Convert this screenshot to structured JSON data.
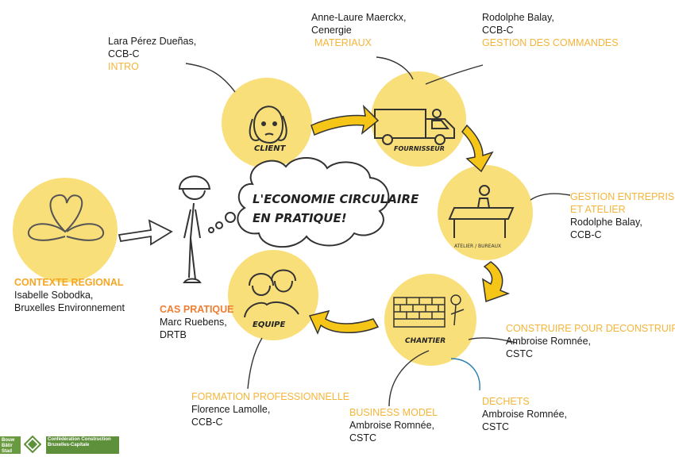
{
  "center_text": {
    "line1": "L'ECONOMIE CIRCULAIRE",
    "line2": "EN PRATIQUE!"
  },
  "nodes": {
    "client": "CLIENT",
    "fournisseur": "FOURNISSEUR",
    "atelier": "ATELIER / BUREAUX",
    "chantier": "CHANTIER",
    "equipe": "EQUIPE"
  },
  "labels": {
    "intro": {
      "name": "Lara Pérez Dueñas,",
      "org": "CCB-C",
      "topic": "INTRO"
    },
    "materiaux": {
      "name": "Anne-Laure Maerckx,",
      "org": "Cenergie",
      "topic": "MATERIAUX"
    },
    "commandes": {
      "name": "Rodolphe Balay,",
      "org": "CCB-C",
      "topic": "GESTION DES COMMANDES"
    },
    "gestion": {
      "topic1": "GESTION ENTREPRISE",
      "topic2": "ET ATELIER",
      "name": "Rodolphe Balay,",
      "org": "CCB-C"
    },
    "contexte": {
      "topic": "CONTEXTE REGIONAL",
      "name": "Isabelle Sobodka,",
      "org": "Bruxelles Environnement"
    },
    "cas": {
      "topic": "CAS PRATIQUE",
      "name": "Marc Ruebens,",
      "org": "DRTB"
    },
    "construire": {
      "topic": "CONSTRUIRE POUR DECONSTRUIRE",
      "name": "Ambroise Romnée,",
      "org": "CSTC"
    },
    "formation": {
      "topic": "FORMATION PROFESSIONNELLE",
      "name": "Florence Lamolle,",
      "org": "CCB-C"
    },
    "business": {
      "topic": "BUSINESS MODEL",
      "name": "Ambroise Romnée,",
      "org": "CSTC"
    },
    "dechets": {
      "topic": "DECHETS",
      "name": "Ambroise Romnée,",
      "org": "CSTC"
    }
  },
  "logo": {
    "left": "Bouw Bâtir Stad",
    "right": "Confédération Construction Bruxelles-Capitale"
  },
  "colors": {
    "circle": "#f9df7a",
    "arrow": "#f5c518",
    "orange": "#f5b53a",
    "red": "#ef7d32"
  }
}
